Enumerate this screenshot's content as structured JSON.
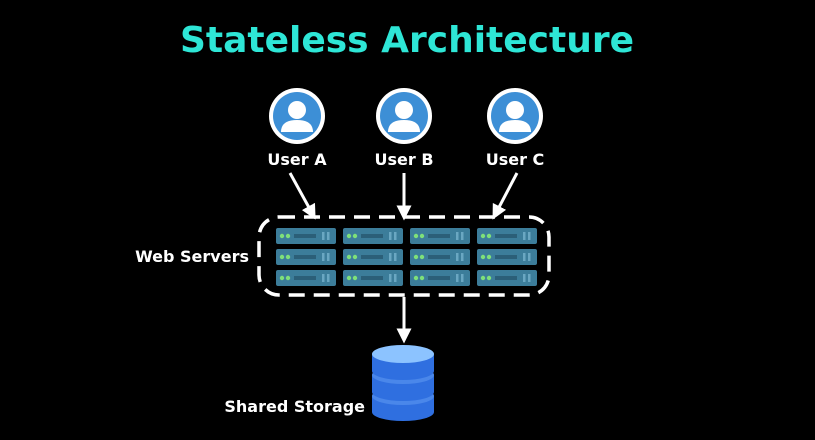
{
  "title": "Stateless Architecture",
  "users": [
    {
      "label": "User A"
    },
    {
      "label": "User B"
    },
    {
      "label": "User C"
    }
  ],
  "servers": {
    "label": "Web Servers",
    "columns": 4,
    "rows": 3
  },
  "storage": {
    "label": "Shared Storage"
  },
  "colors": {
    "background": "#000000",
    "title": "#2ee6d6",
    "text": "#ffffff",
    "user_icon": "#3d8fd6",
    "server_body": "#3c7d9a",
    "server_led": "#7ee07a",
    "storage": "#2f6fe0",
    "storage_top": "#8cc3ff"
  },
  "icons": {
    "user": "user-avatar-icon",
    "server": "server-rack-icon",
    "storage": "database-icon"
  }
}
